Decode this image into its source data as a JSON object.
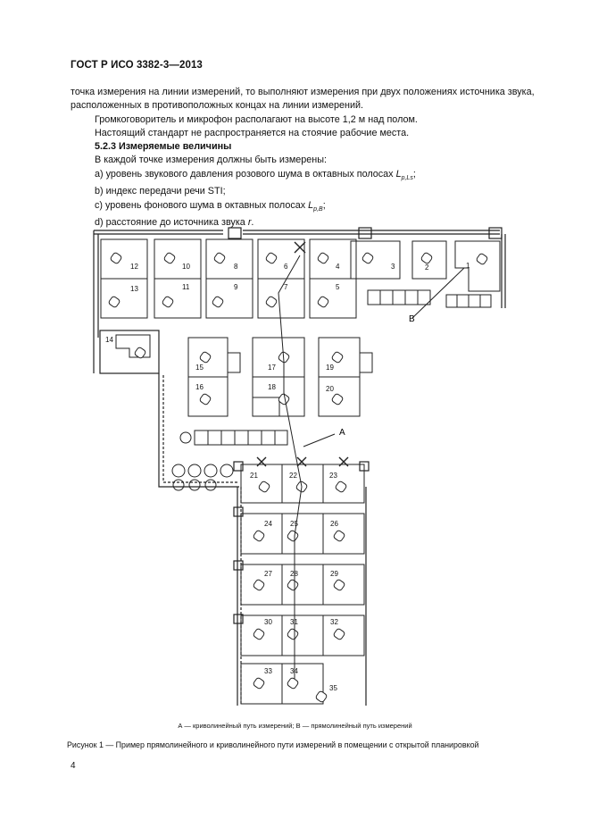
{
  "header": "ГОСТ Р ИСО 3382-3—2013",
  "para1": "точка измерения на линии измерений, то выполняют измерения при двух положениях источника звука, расположенных в противоположных концах на линии измерений.",
  "para2": "Громкоговоритель и микрофон располагают на высоте 1,2 м над полом.",
  "para3": "Настоящий стандарт не распространяется на стоячие рабочие места.",
  "section": "5.2.3  Измеряемые величины",
  "para4": "В каждой точке измерения должны быть измерены:",
  "items": {
    "a_pre": "a)  уровень звукового давления розового шума в октавных полосах ",
    "a_sym": "L",
    "a_sub": "p,Ls",
    "a_post": ";",
    "b": "b)  индекс передачи речи STI;",
    "c_pre": "c)  уровень фонового шума в октавных полосах ",
    "c_sym": "L",
    "c_sub": "p,B",
    "c_post": ";",
    "d_pre": "d)  расстояние до источника звука ",
    "d_sym": "r",
    "d_post": "."
  },
  "plan": {
    "labels": [
      "1",
      "2",
      "3",
      "4",
      "5",
      "6",
      "7",
      "8",
      "9",
      "10",
      "11",
      "12",
      "13",
      "14",
      "15",
      "16",
      "17",
      "18",
      "19",
      "20",
      "21",
      "22",
      "23",
      "24",
      "25",
      "26",
      "27",
      "28",
      "29",
      "30",
      "31",
      "32",
      "33",
      "34",
      "35"
    ],
    "path_a": "A",
    "path_b": "B"
  },
  "legend": "А — криволинейный путь измерений; В — прямолинейный путь измерений",
  "caption": "Рисунок  1 — Пример прямолинейного и криволинейного пути измерений в помещении с открытой планировкой",
  "page_number": "4"
}
